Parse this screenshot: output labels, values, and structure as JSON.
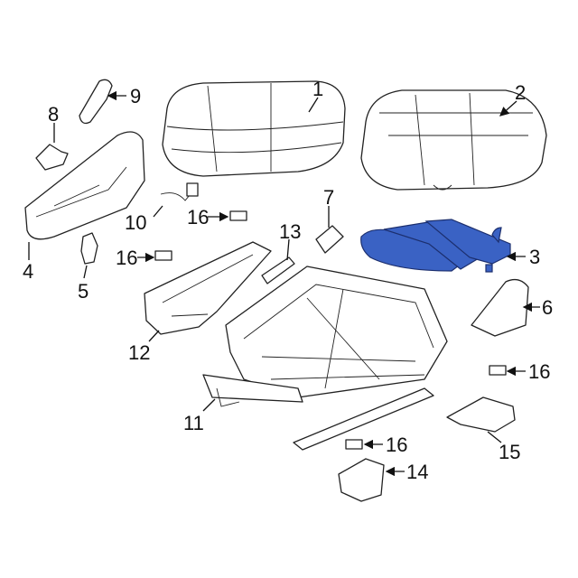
{
  "diagram": {
    "highlight_color": "#3a62c4",
    "callouts": [
      {
        "id": "1",
        "text": "1"
      },
      {
        "id": "2",
        "text": "2"
      },
      {
        "id": "3",
        "text": "3"
      },
      {
        "id": "4",
        "text": "4"
      },
      {
        "id": "5",
        "text": "5"
      },
      {
        "id": "6",
        "text": "6"
      },
      {
        "id": "7",
        "text": "7"
      },
      {
        "id": "8",
        "text": "8"
      },
      {
        "id": "9",
        "text": "9"
      },
      {
        "id": "10",
        "text": "10"
      },
      {
        "id": "11",
        "text": "11"
      },
      {
        "id": "12",
        "text": "12"
      },
      {
        "id": "13",
        "text": "13"
      },
      {
        "id": "14",
        "text": "14"
      },
      {
        "id": "15",
        "text": "15"
      },
      {
        "id": "16a",
        "text": "16"
      },
      {
        "id": "16b",
        "text": "16"
      },
      {
        "id": "16c",
        "text": "16"
      },
      {
        "id": "16d",
        "text": "16"
      }
    ]
  }
}
